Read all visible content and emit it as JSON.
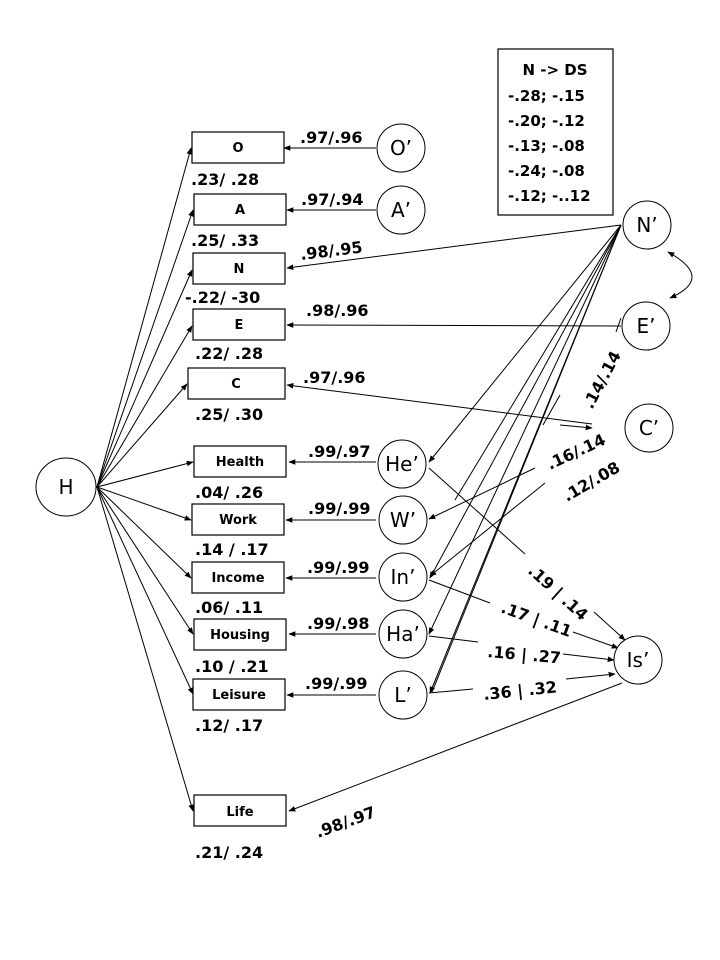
{
  "diagram": {
    "title": "",
    "general_factor": {
      "id": "H",
      "label": "H"
    },
    "observed": [
      {
        "id": "O",
        "label": "O",
        "loading_from_H": ".23/ .28",
        "from_latent": "O'",
        "path_coef": ".97/.96"
      },
      {
        "id": "A",
        "label": "A",
        "loading_from_H": ".25/ .33",
        "from_latent": "A'",
        "path_coef": ".97/.94"
      },
      {
        "id": "N",
        "label": "N",
        "loading_from_H": "-.22/ -30",
        "from_latent": "N'",
        "path_coef": ".98/.95"
      },
      {
        "id": "E",
        "label": "E",
        "loading_from_H": ".22/ .28",
        "from_latent": "E'",
        "path_coef": ".98/.96"
      },
      {
        "id": "C",
        "label": "C",
        "loading_from_H": ".25/ .30",
        "from_latent": "C'",
        "path_coef": ".97/.96"
      },
      {
        "id": "Health",
        "label": "Health",
        "loading_from_H": ".04/ .26",
        "from_latent": "He'",
        "path_coef": ".99/.97"
      },
      {
        "id": "Work",
        "label": "Work",
        "loading_from_H": ".14 / .17",
        "from_latent": "W'",
        "path_coef": ".99/.99"
      },
      {
        "id": "Income",
        "label": "Income",
        "loading_from_H": ".06/ .11",
        "from_latent": "In'",
        "path_coef": ".99/.99"
      },
      {
        "id": "Housing",
        "label": "Housing",
        "loading_from_H": ".10 / .21",
        "from_latent": "Ha'",
        "path_coef": ".99/.98"
      },
      {
        "id": "Leisure",
        "label": "Leisure",
        "loading_from_H": ".12/ .17",
        "from_latent": "L'",
        "path_coef": ".99/.99"
      },
      {
        "id": "Life",
        "label": "Life",
        "loading_from_H": ".21/ .24",
        "from_latent": "Is'",
        "path_coef": ".98/.97"
      }
    ],
    "latents": [
      {
        "id": "O'",
        "label": "O’"
      },
      {
        "id": "A'",
        "label": "A’"
      },
      {
        "id": "N'",
        "label": "N’"
      },
      {
        "id": "E'",
        "label": "E’"
      },
      {
        "id": "C'",
        "label": "C’"
      },
      {
        "id": "He'",
        "label": "He’"
      },
      {
        "id": "W'",
        "label": "W’"
      },
      {
        "id": "In'",
        "label": "In’"
      },
      {
        "id": "Ha'",
        "label": "Ha’"
      },
      {
        "id": "L'",
        "label": "L’"
      },
      {
        "id": "Is'",
        "label": "Is’"
      }
    ],
    "extra_paths": [
      {
        "from": "C'",
        "to": "domain-fan",
        "coef": ".14/.14"
      },
      {
        "from": "E'",
        "to": "domain-fan",
        "coef": ".16/.14"
      },
      {
        "from": "O/A",
        "to": "domain-fan",
        "coef": ".12/.08"
      },
      {
        "from": "He'",
        "to": "Is'",
        "coef": ".19 | .14"
      },
      {
        "from": "In'",
        "to": "Is'",
        "coef": ".17 | .11"
      },
      {
        "from": "Ha'",
        "to": "Is'",
        "coef": ".16 | .27"
      },
      {
        "from": "L'",
        "to": "Is'",
        "coef": ".36 | .32"
      }
    ],
    "correlation": {
      "between": [
        "N'",
        "E'"
      ]
    },
    "legend": {
      "title": "N -> DS",
      "rows": [
        "-.28;  -.15",
        "-.20;  -.12",
        "-.13;  -.08",
        "-.24; -.08",
        "-.12;  -..12"
      ]
    }
  }
}
